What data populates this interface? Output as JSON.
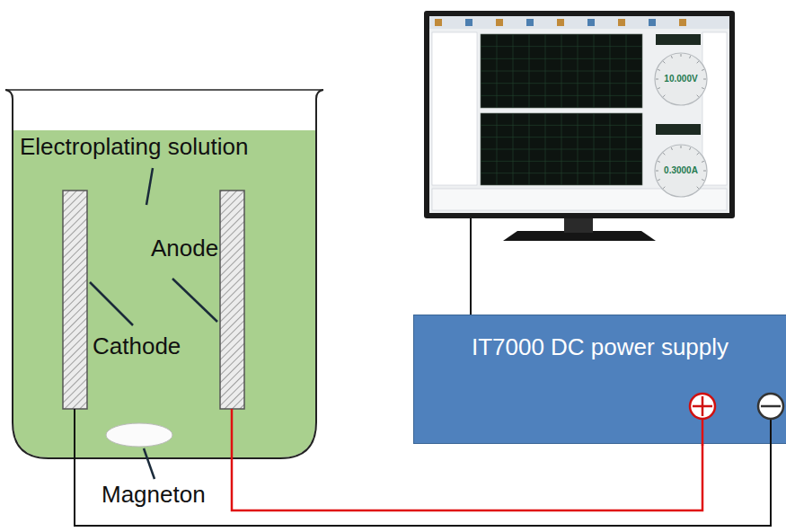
{
  "diagram": {
    "nodes": [
      {
        "text": [
          "10.000V",
          "0.3000A"
        ]
      },
      {
        "text": [
          "IT7000 DC power supply"
        ]
      }
    ],
    "edges": [
      {
        "from": 0,
        "to": 1,
        "arrow": "none"
      }
    ],
    "labels": [
      "Electroplating solution",
      "Anode",
      "Cathode",
      "Magneton"
    ]
  }
}
